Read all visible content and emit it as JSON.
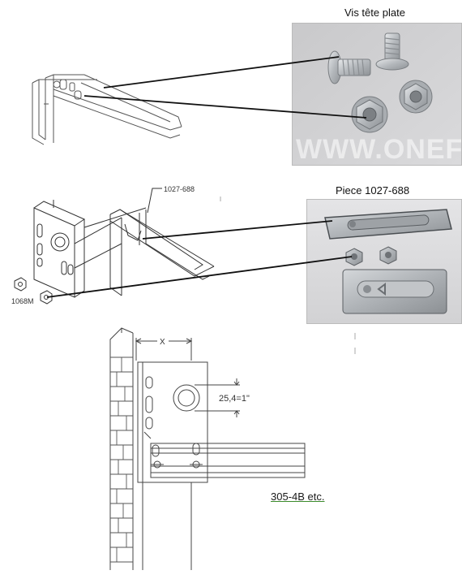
{
  "captions": {
    "screws": "Vis tête plate",
    "piece": "Piece 1027-688"
  },
  "labels": {
    "part_1027": "1027-688",
    "part_1068": "1068M",
    "dim_x": "X",
    "dim_offset": "25,4=1\"",
    "profile": "305-4B etc."
  },
  "watermark": "WWW.ONEFEI",
  "colors": {
    "line": "#222222",
    "photo_bg": "#cfcfd1",
    "metal": "#b9bcc0",
    "link_underline": "#3a8a2a"
  }
}
